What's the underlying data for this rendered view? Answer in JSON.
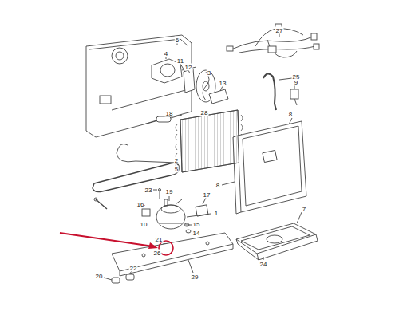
{
  "diagram": {
    "labels": [
      "6",
      "27",
      "4",
      "11",
      "12",
      "3",
      "13",
      "25",
      "9",
      "18",
      "28",
      "8",
      "2",
      "5",
      "23",
      "19",
      "17",
      "8",
      "7",
      "16",
      "10",
      "1",
      "15",
      "14",
      "21",
      "26",
      "24",
      "22",
      "20",
      "29"
    ]
  }
}
